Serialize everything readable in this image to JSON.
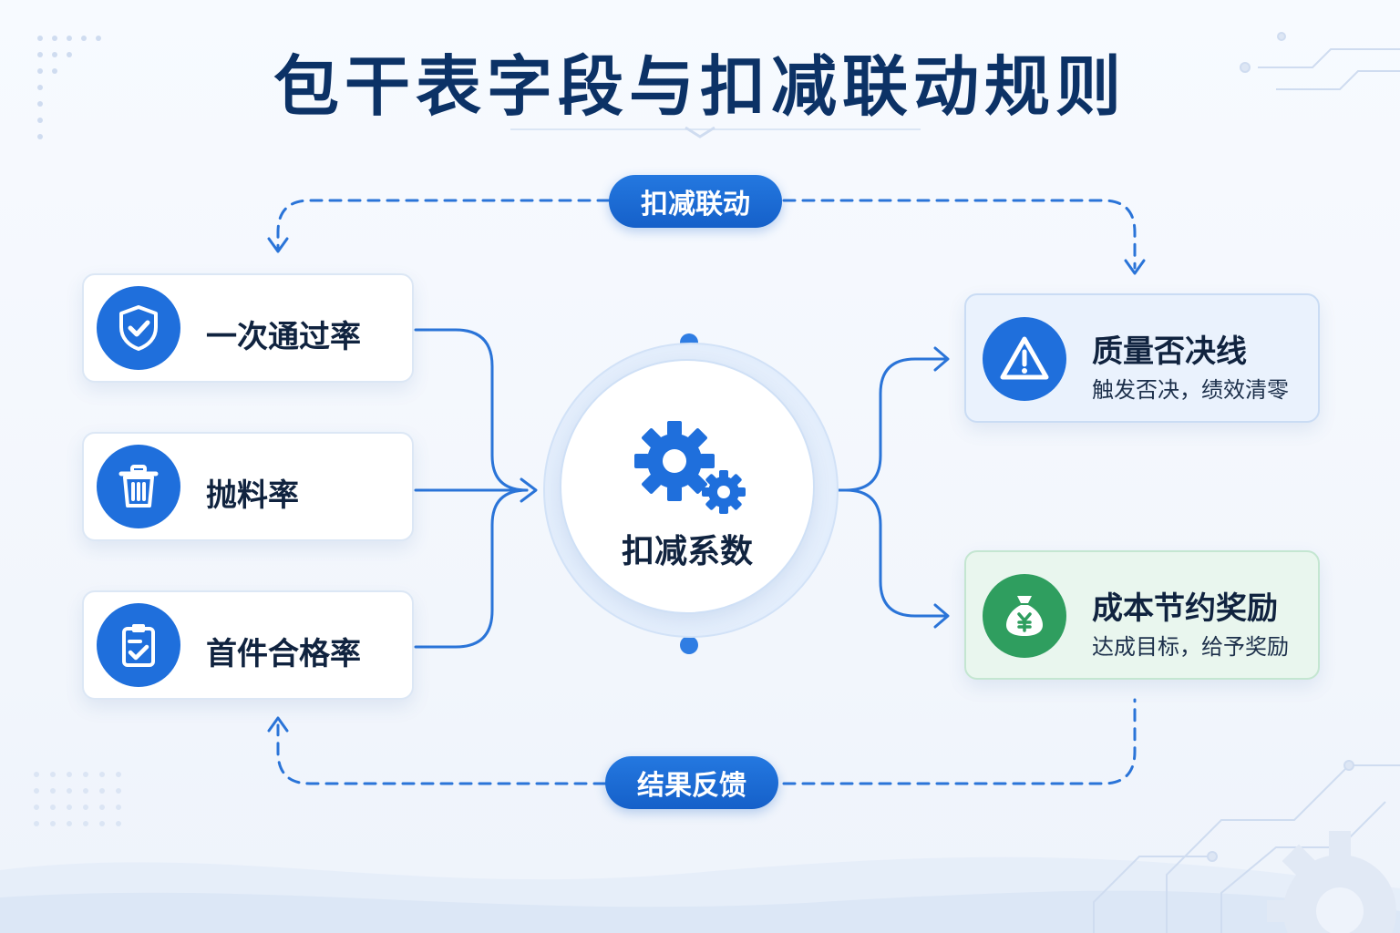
{
  "title": "包干表字段与扣减联动规则",
  "top_loop": {
    "label": "扣减联动"
  },
  "bottom_loop": {
    "label": "结果反馈"
  },
  "hub": {
    "label": "扣减系数",
    "icon": "gears-icon"
  },
  "inputs": [
    {
      "label": "一次通过率",
      "icon": "shield-check-icon"
    },
    {
      "label": "抛料率",
      "icon": "trash-icon"
    },
    {
      "label": "首件合格率",
      "icon": "clipboard-check-icon"
    }
  ],
  "outputs": [
    {
      "label": "质量否决线",
      "sub": "触发否决，绩效清零",
      "icon": "warning-icon"
    },
    {
      "label": "成本节约奖励",
      "sub": "达成目标，给予奖励",
      "icon": "money-bag-icon"
    }
  ],
  "colors": {
    "title": "#0c3266",
    "primary": "#1f6fdc",
    "warning_card": "#eaf2fd",
    "reward_card": "#e9f6ee",
    "reward_accent": "#2f9e5f"
  }
}
